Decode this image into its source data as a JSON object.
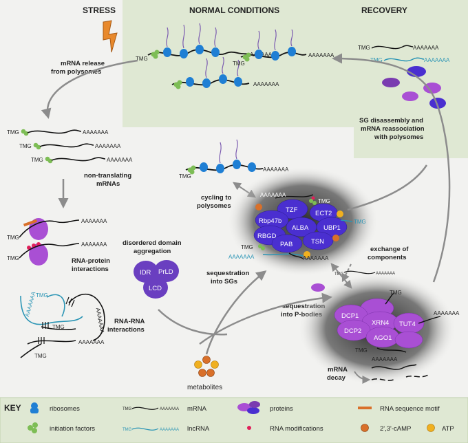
{
  "headers": {
    "stress": "STRESS",
    "normal": "NORMAL CONDITIONS",
    "recovery": "RECOVERY"
  },
  "labels": {
    "mrna_release": [
      "mRNA release",
      "from polysomes"
    ],
    "non_translating": [
      "non-translating",
      "mRNAs"
    ],
    "rna_protein": [
      "RNA-protein",
      "interactions"
    ],
    "disordered": [
      "disordered domain",
      "aggregation"
    ],
    "rna_rna": [
      "RNA-RNA",
      "interactions"
    ],
    "cycling": [
      "cycling to",
      "polysomes"
    ],
    "sequestration_sg": [
      "sequestration",
      "into SGs"
    ],
    "sequestration_pb": [
      "sequestration",
      "into P-bodies"
    ],
    "exchange": [
      "exchange of",
      "components"
    ],
    "sg_disassembly": [
      "SG disassembly and",
      "mRNA reassociation",
      "with polysomes"
    ],
    "metabolites": "metabolites",
    "mrna_decay": [
      "mRNA",
      "decay"
    ]
  },
  "rna": {
    "tmg": "TMG",
    "polya": "AAAAAAA"
  },
  "idr_domains": [
    "IDR",
    "PrLD",
    "LCD"
  ],
  "sg_proteins": [
    "TZF",
    "Rbp47b",
    "ECT2",
    "RBGD",
    "ALBA",
    "UBP1",
    "PAB",
    "TSN"
  ],
  "pbody_proteins": [
    "DCP1",
    "XRN4",
    "DCP2",
    "TUT4",
    "AGO1"
  ],
  "key": {
    "title": "KEY",
    "ribosomes": "ribosomes",
    "initiation_factors": "initiation factors",
    "mrna": "mRNA",
    "lncrna": "lncRNA",
    "proteins": "proteins",
    "rna_modifications": "RNA modifications",
    "rna_motif": "RNA sequence motif",
    "camp": "2',3'-cAMP",
    "atp": "ATP"
  },
  "colors": {
    "normal_panel": "#dfe8d3",
    "recovery_panel": "#dfe8d3",
    "key_panel": "#dfe8d3",
    "ribosome": "#1f7fd4",
    "initiation": "#7dbd55",
    "sg_protein": "#4a2fd0",
    "pbody_protein": "#a94fd4",
    "lncrna": "#2b95b5",
    "motif": "#d9702a",
    "camp": "#d9702a",
    "atp": "#f0b020",
    "modification": "#e0205a",
    "arrow": "#8c8c8c"
  }
}
